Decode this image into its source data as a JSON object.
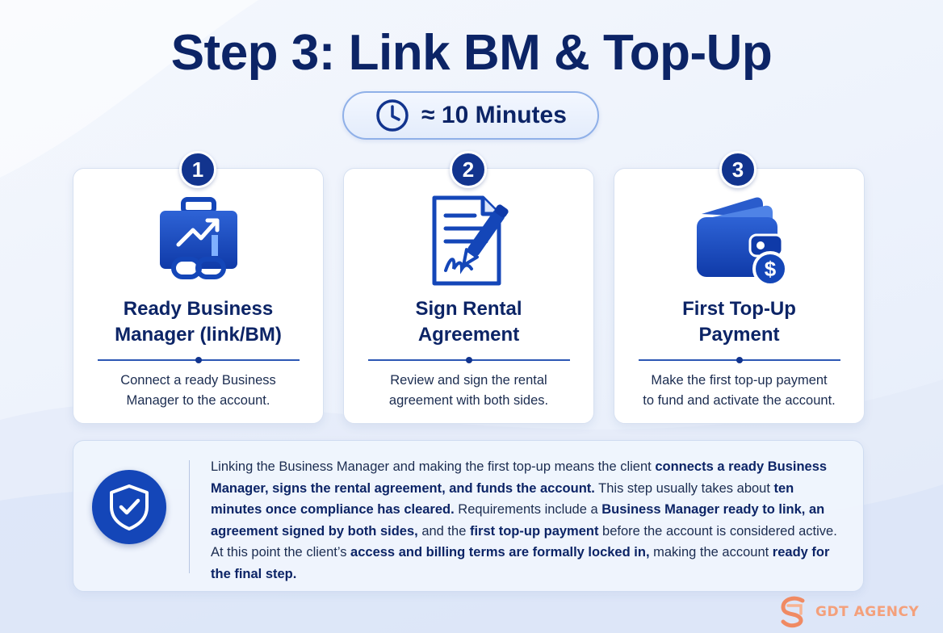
{
  "title": "Step 3: Link BM & Top-Up",
  "duration": "≈ 10 Minutes",
  "steps": [
    {
      "number": "1",
      "icon": "briefcase-chart-link-icon",
      "title_line1": "Ready Business",
      "title_line2": "Manager (link/BM)",
      "desc_line1": "Connect a ready Business",
      "desc_line2": "Manager to the account."
    },
    {
      "number": "2",
      "icon": "signed-document-pen-icon",
      "title_line1": "Sign Rental",
      "title_line2": "Agreement",
      "desc_line1": "Review and sign the rental",
      "desc_line2": "agreement with both sides."
    },
    {
      "number": "3",
      "icon": "wallet-dollar-icon",
      "title_line1": "First Top-Up",
      "title_line2": "Payment",
      "desc_line1": "Make the first top-up payment",
      "desc_line2": "to fund and activate the account."
    }
  ],
  "note": {
    "icon": "shield-check-icon",
    "segments": [
      {
        "t": "Linking the Business Manager and making the first top-up means the client ",
        "b": false
      },
      {
        "t": "connects a ready Business Manager, signs the rental agreement, and funds the account.",
        "b": true
      },
      {
        "t": " This step usually takes about ",
        "b": false
      },
      {
        "t": "ten minutes once compliance has cleared.",
        "b": true
      },
      {
        "t": " Requirements include a ",
        "b": false
      },
      {
        "t": "Business Manager ready to link, an agreement signed by both sides,",
        "b": true
      },
      {
        "t": " and the ",
        "b": false
      },
      {
        "t": "first top-up payment",
        "b": true
      },
      {
        "t": " before the account is considered active. At this point the client’s ",
        "b": false
      },
      {
        "t": "access and billing terms are formally locked in,",
        "b": true
      },
      {
        "t": " making the account ",
        "b": false
      },
      {
        "t": "ready for the final step.",
        "b": true
      }
    ]
  },
  "brand": {
    "name": "GDT AGENCY",
    "icon": "gdt-logo-icon"
  },
  "colors": {
    "primary": "#12348e",
    "accent": "#1446b8",
    "title": "#0c2466",
    "brand": "#f4a07b"
  }
}
